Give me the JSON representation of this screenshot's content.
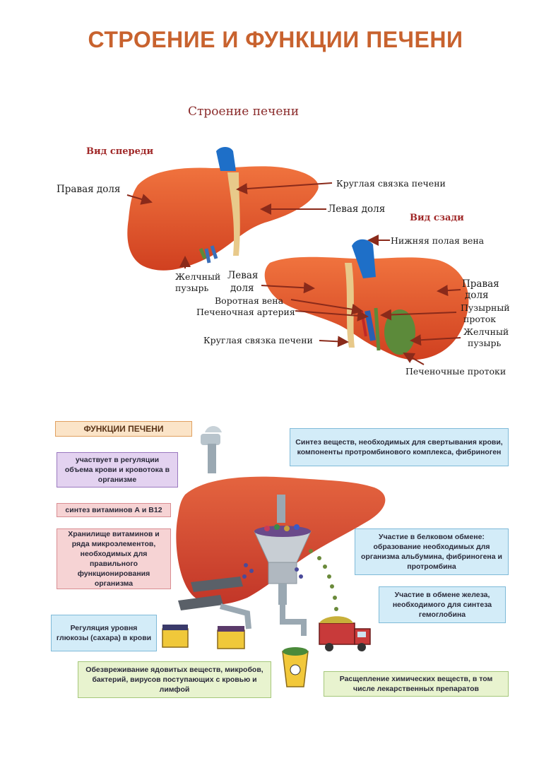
{
  "title": "СТРОЕНИЕ И ФУНКЦИИ ПЕЧЕНИ",
  "structure": {
    "heading": "Строение печени",
    "front_view": "Вид спереди",
    "back_view": "Вид сзади",
    "labels": {
      "right_lobe_front": "Правая доля",
      "round_ligament_front": "Круглая связка печени",
      "left_lobe_front": "Левая доля",
      "gallbladder_front_1": "Желчный",
      "gallbladder_front_2": "пузырь",
      "ivc": "Нижняя полая вена",
      "left_lobe_back_1": "Левая",
      "left_lobe_back_2": "доля",
      "portal_vein": "Воротная вена",
      "hepatic_artery": "Печеночная артерия",
      "round_ligament_back": "Круглая связка печени",
      "right_lobe_back_1": "Правая",
      "right_lobe_back_2": "доля",
      "cystic_duct_1": "Пузырный",
      "cystic_duct_2": "проток",
      "gallbladder_back_1": "Желчный",
      "gallbladder_back_2": "пузырь",
      "hepatic_ducts": "Печеночные протоки"
    }
  },
  "functions": {
    "heading": "ФУНКЦИИ ПЕЧЕНИ",
    "items": {
      "blood_volume": "участвует в регуляции объема крови и кровотока в организме",
      "vitamins_synthesis": "синтез витаминов А и В12",
      "storage": "Хранилище витаминов и ряда микроэлементов, необходимых для правильного функционирования организма",
      "glucose": "Регуляция уровня глюкозы (сахара) в крови",
      "detox": "Обезвреживание ядовитых веществ, микробов, бактерий, вирусов поступающих с кровью и лимфой",
      "coagulation": "Синтез веществ, необходимых для свертывания крови, компоненты протромбинового комплекса, фибриноген",
      "protein": "Участие в белковом обмене: образование необходимых для организма альбумина, фибриногена и протромбина",
      "iron": "Участие в обмене железа, необходимого для синтеза гемоглобина",
      "chemical": "Расщепление химических веществ, в том числе лекарственных препаратов"
    }
  },
  "colors": {
    "title": "#c8622e",
    "liver": "#e0502c",
    "vein": "#1e6fc8",
    "gallbladder": "#5c8a3a",
    "arrow": "#8a2a1a"
  }
}
